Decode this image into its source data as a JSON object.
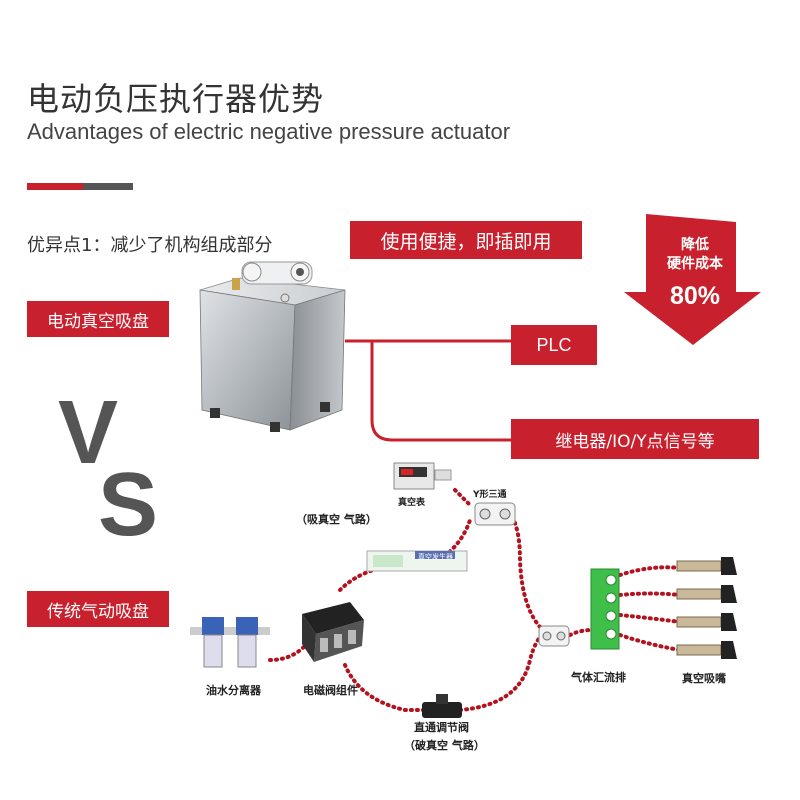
{
  "title_cn": "电动负压执行器优势",
  "title_en": "Advantages of electric negative pressure actuator",
  "advantage_1": "优异点1：减少了机构组成部分",
  "tag_easy": "使用便捷，即插即用",
  "tag_electric": "电动真空吸盘",
  "tag_plc": "PLC",
  "tag_relay": "继电器/IO/Y点信号等",
  "tag_traditional": "传统气动吸盘",
  "arrow_line1": "降低",
  "arrow_line2": "硬件成本",
  "arrow_value": "80%",
  "vs_v": "V",
  "vs_s": "S",
  "diagram": {
    "vacuum_meter": "真空表",
    "y_tee": "Y形三通",
    "suction_path": "（吸真空 气路）",
    "ejector_sub1": "真空发生器",
    "oil_water_separator": "油水分离器",
    "solenoid_valve": "电磁阀组件",
    "manifold": "气体汇流排",
    "suction_nozzle": "真空吸嘴",
    "flow_valve": "直通调节阀",
    "break_path": "（破真空 气路）"
  },
  "colors": {
    "brand_red": "#c8202d",
    "dark_gray": "#555555",
    "dot_red": "#b3121e",
    "green": "#3fbf4a"
  }
}
